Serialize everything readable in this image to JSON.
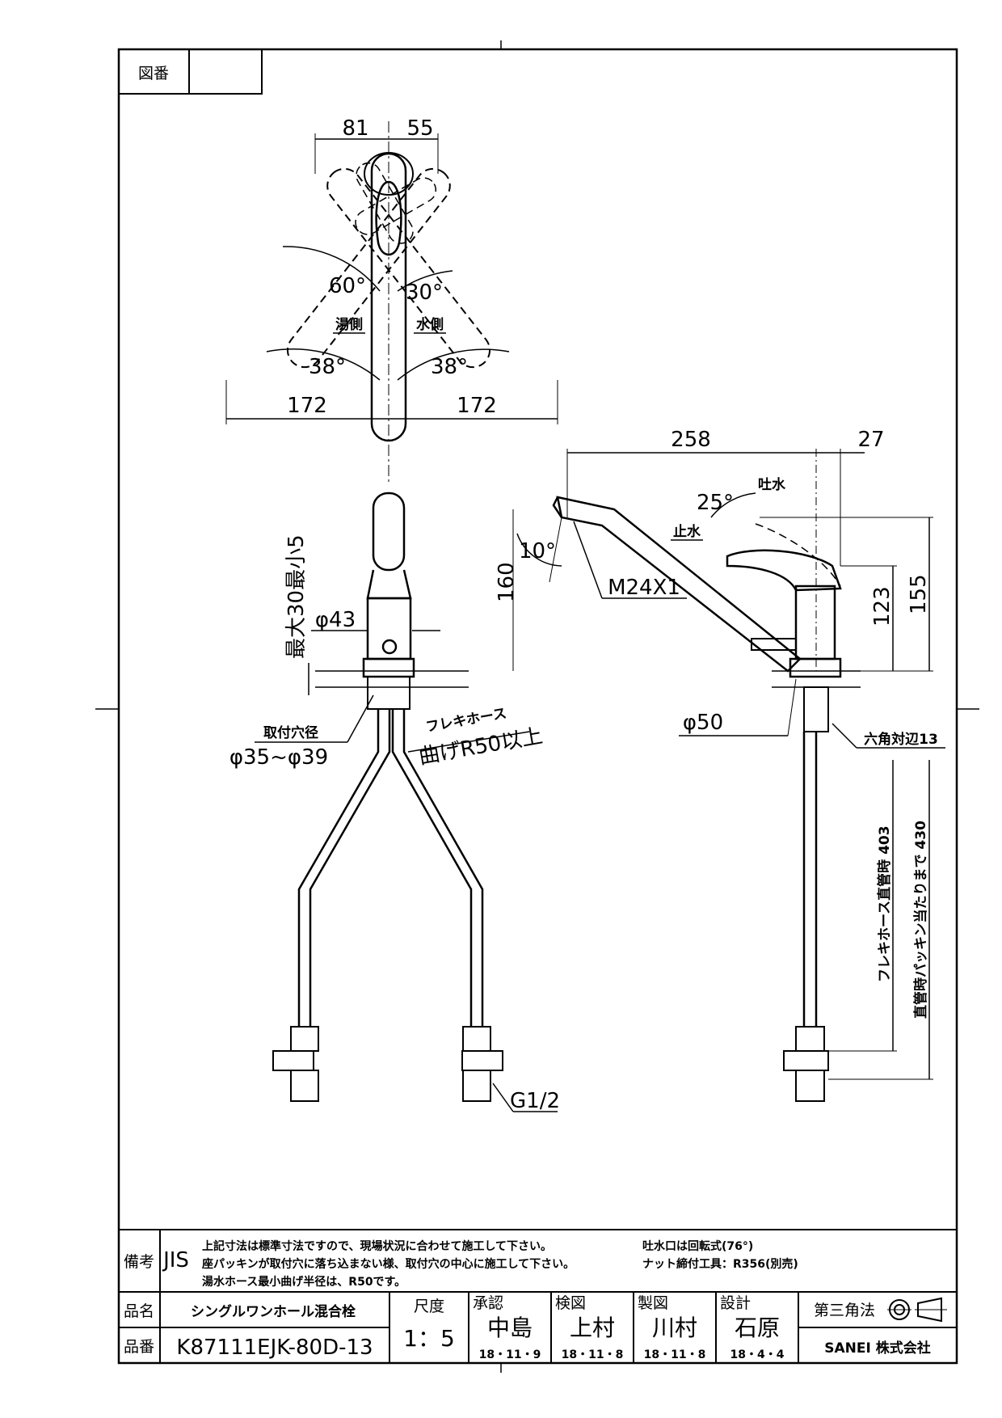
{
  "drawing_number_label": "図番",
  "drawing_number_value": "",
  "top_view": {
    "dim_left_width": "81",
    "dim_right_width": "55",
    "angle_hot_outer": "60°",
    "angle_cold_outer": "30°",
    "label_hot": "湯側",
    "label_cold": "水側",
    "angle_hot_inner": "38°",
    "angle_cold_inner": "38°",
    "dim_left_span": "172",
    "dim_right_span": "172"
  },
  "front_view": {
    "dim_adjust": "最大30最小5",
    "dim_base_dia": "φ43",
    "mount_hole_label": "取付穴径",
    "mount_hole_value": "φ35~φ39",
    "hose_label": "フレキホース",
    "hose_bend": "曲げR50以上",
    "thread_label": "G1/2"
  },
  "side_view": {
    "dim_spout_length": "258",
    "dim_offset": "27",
    "label_outflow": "吐水",
    "angle_lever": "25°",
    "label_stop": "止水",
    "angle_spout": "10°",
    "thread_spout": "M24X1",
    "dim_height_spout": "160",
    "dim_height_body": "123",
    "dim_height_lever": "155",
    "dim_base_dia": "φ50",
    "hex_label": "六角対辺13",
    "hose_length_label": "フレキホース直管時 403",
    "total_length_label": "直管時パッキン当たりまで 430"
  },
  "notes": {
    "label": "備考",
    "standard": "JIS",
    "lines": [
      "上記寸法は標準寸法ですので、現場状況に合わせて施工して下さい。",
      "座パッキンが取付穴に落ち込まない様、取付穴の中心に施工して下さい。",
      "湯水ホース最小曲げ半径は、R50です。"
    ],
    "side_lines": [
      "吐水口は回転式(76°)",
      "ナット締付工具：R356(別売)"
    ]
  },
  "title_block": {
    "product_name_label": "品名",
    "product_name": "シングルワンホール混合栓",
    "product_no_label": "品番",
    "product_no": "K87111EJK-80D-13",
    "scale_label": "尺度",
    "scale": "1：5",
    "approve_label": "承認",
    "approve_name": "中島",
    "approve_date": "18・11・9",
    "check_label": "検図",
    "check_name": "上村",
    "check_date": "18・11・8",
    "draw_label": "製図",
    "draw_name": "川村",
    "draw_date": "18・11・8",
    "design_label": "設計",
    "design_name": "石原",
    "design_date": "18・4・4",
    "projection_label": "第三角法",
    "company": "SANEI 株式会社"
  }
}
